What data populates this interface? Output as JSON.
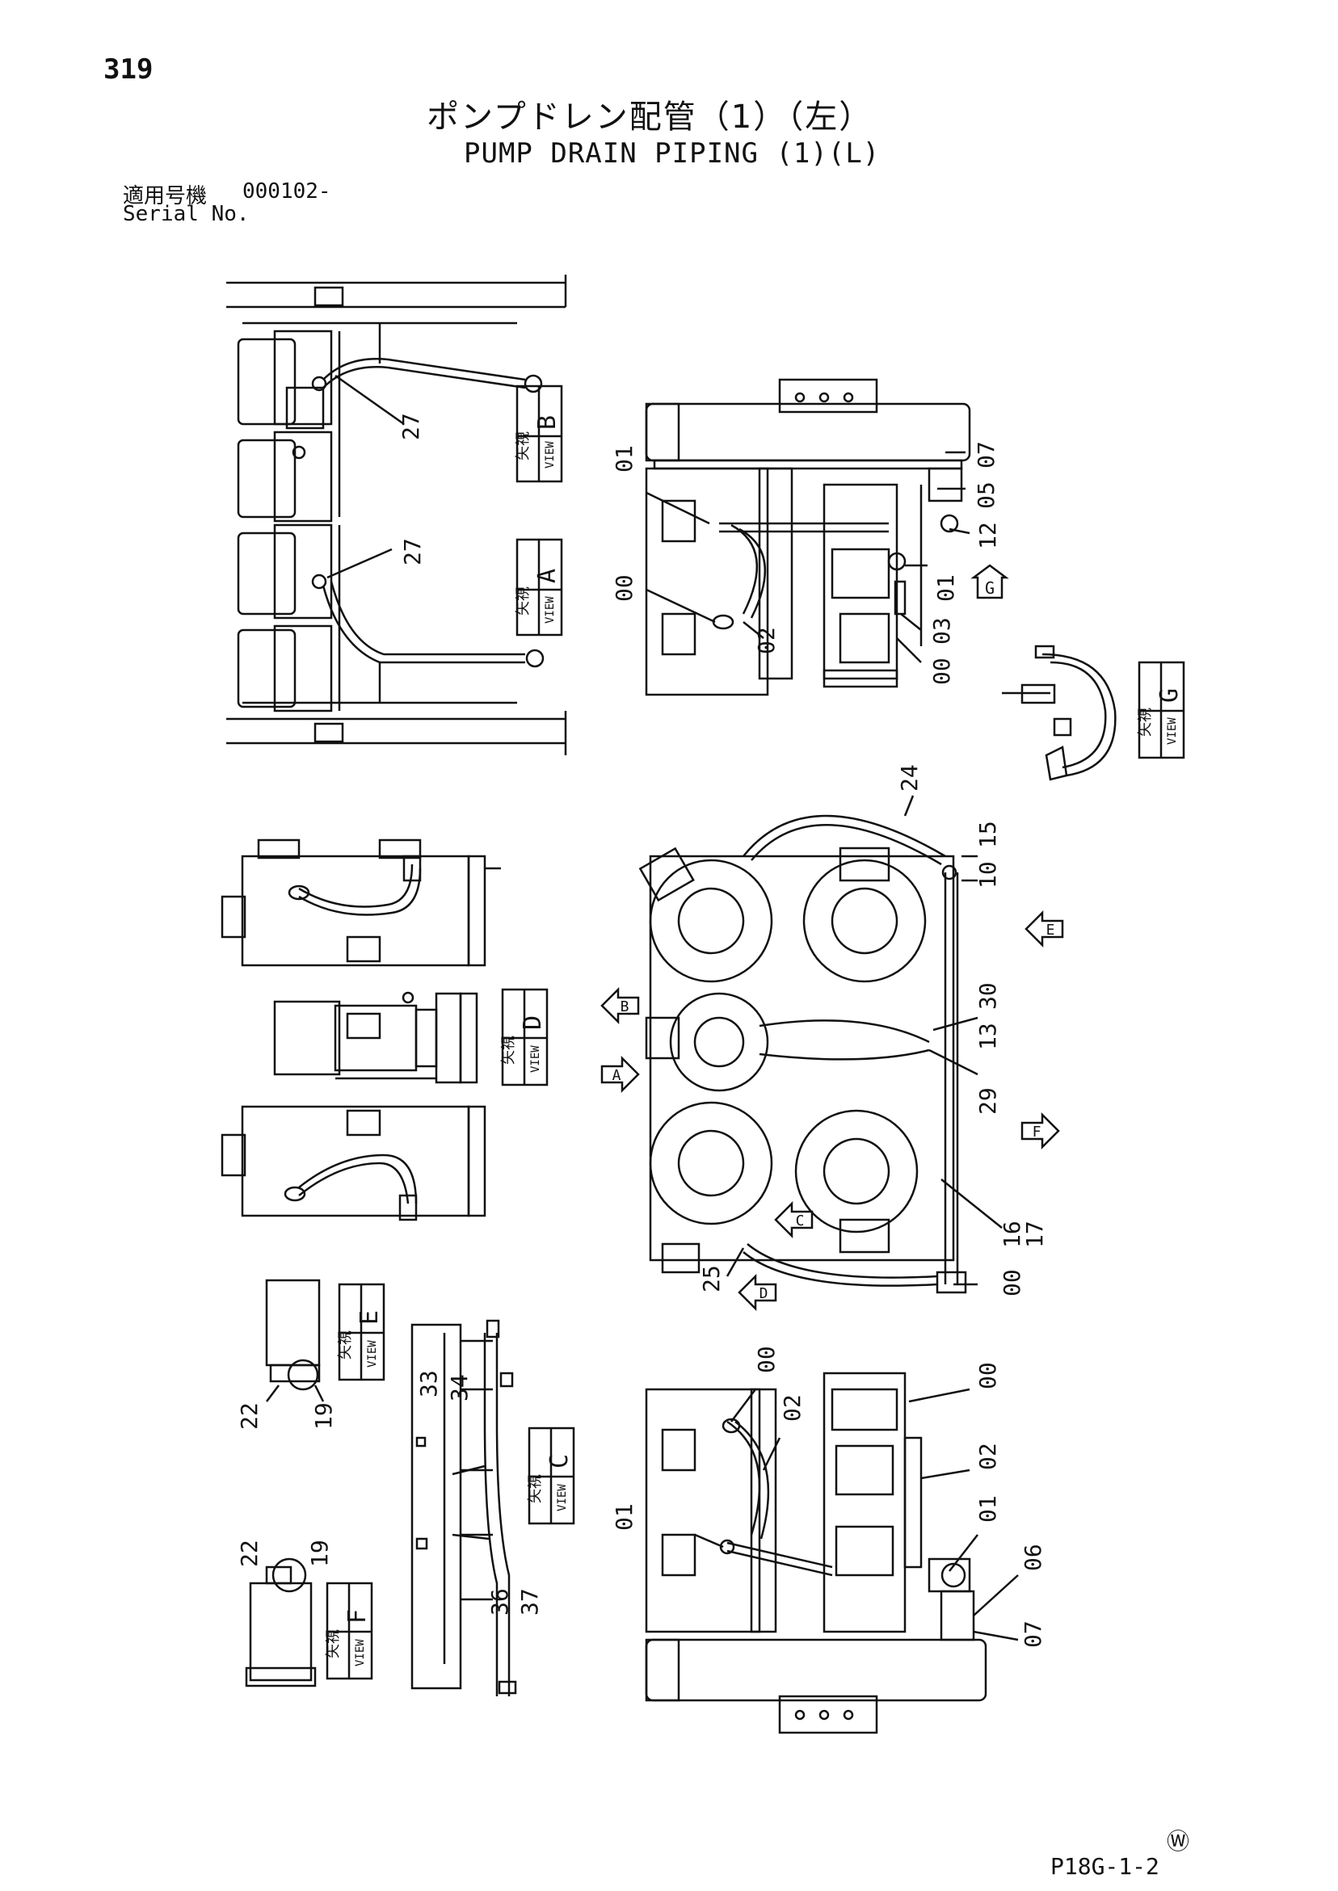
{
  "header": {
    "page_number": "319",
    "title_jp": "ポンプドレン配管（1）（左）",
    "title_en": "PUMP DRAIN PIPING (1)(L)",
    "serial_label_jp": "適用号機",
    "serial_value": "000102-",
    "serial_label_en": "Serial No."
  },
  "footer": {
    "watermark": "Ⓦ",
    "page_ref": "P18G-1-2"
  },
  "views": {
    "B": {
      "jp": "矢視",
      "en": "VIEW",
      "letter": "B"
    },
    "A": {
      "jp": "矢視",
      "en": "VIEW",
      "letter": "A"
    },
    "D": {
      "jp": "矢視",
      "en": "VIEW",
      "letter": "D"
    },
    "E": {
      "jp": "矢視",
      "en": "VIEW",
      "letter": "E"
    },
    "C": {
      "jp": "矢視",
      "en": "VIEW",
      "letter": "C"
    },
    "F": {
      "jp": "矢視",
      "en": "VIEW",
      "letter": "F"
    },
    "G": {
      "jp": "矢視",
      "en": "VIEW",
      "letter": "G"
    }
  },
  "arrow_letters": {
    "A": "A",
    "B": "B",
    "C": "C",
    "D": "D",
    "E": "E",
    "F": "F",
    "G": "G"
  },
  "part_labels": {
    "p27a": "27",
    "p27b": "27",
    "tr01": "01",
    "tr00": "00",
    "tr07": "07",
    "tr05": "05",
    "tr12": "12",
    "tr01b": "01",
    "tr02": "02",
    "tr03": "03",
    "tr00b": "00",
    "c24": "24",
    "c15": "15",
    "c10": "10",
    "c30": "30",
    "c13": "13",
    "c29": "29",
    "c16": "16",
    "c17": "17",
    "c25": "25",
    "c00": "00",
    "b22a": "22",
    "b19a": "19",
    "b33": "33",
    "b34": "34",
    "b36": "36",
    "b37": "37",
    "b22b": "22",
    "b19b": "19",
    "br00a": "00",
    "br02a": "02",
    "br01a": "01",
    "br00b": "00",
    "br02b": "02",
    "br01b": "01",
    "br06": "06",
    "br07": "07"
  }
}
